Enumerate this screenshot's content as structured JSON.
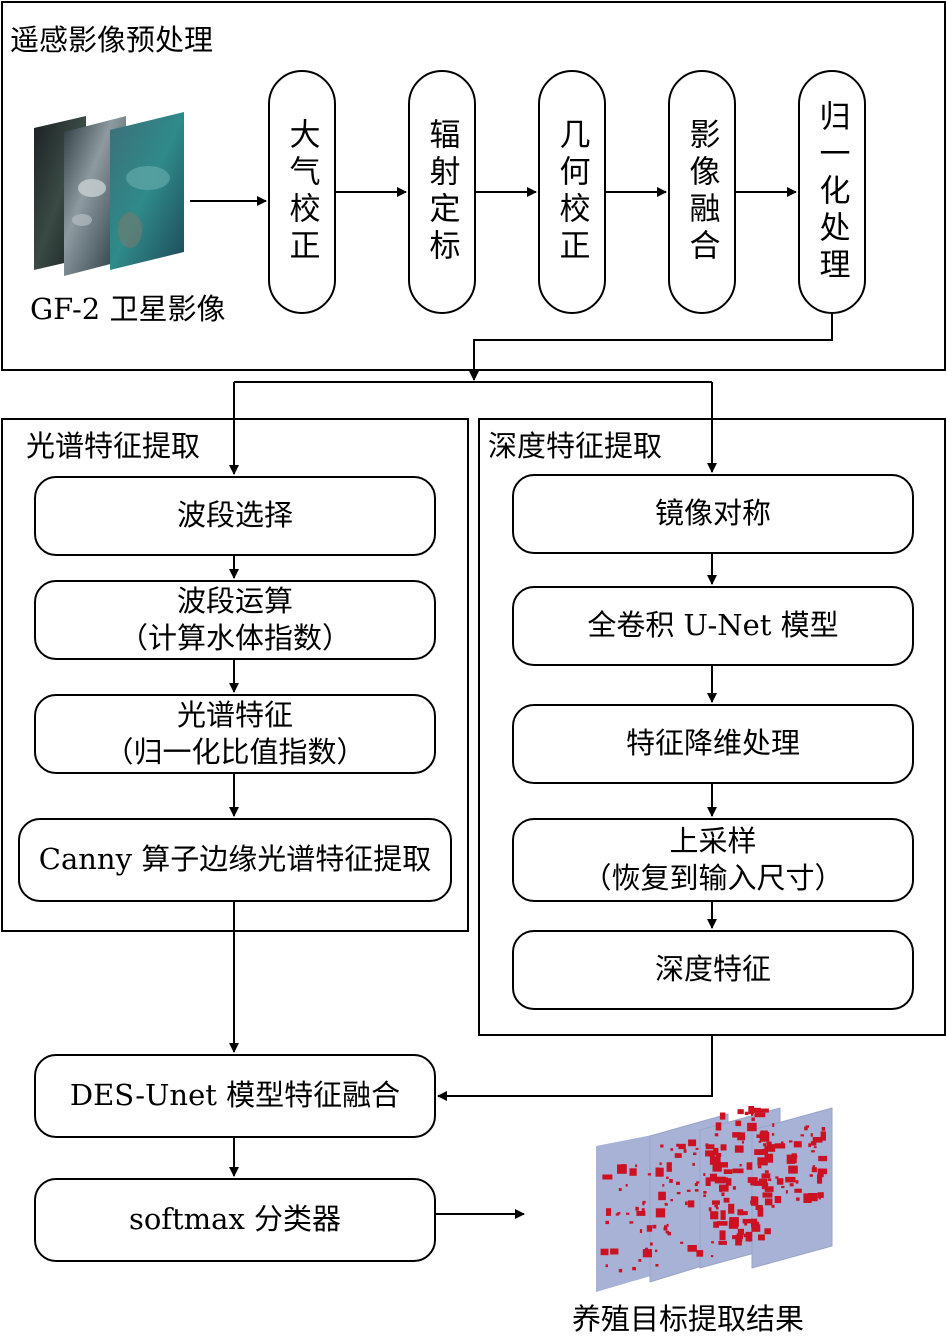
{
  "preprocess": {
    "title": "遥感影像预处理",
    "image_label": "GF-2 卫星影像",
    "steps": [
      "大气校正",
      "辐射定标",
      "几何校正",
      "影像融合",
      "归一化处理"
    ]
  },
  "spectral": {
    "title": "光谱特征提取",
    "steps": [
      {
        "line1": "波段选择",
        "line2": ""
      },
      {
        "line1": "波段运算",
        "line2": "（计算水体指数）"
      },
      {
        "line1": "光谱特征",
        "line2": "（归一化比值指数）"
      },
      {
        "line1": "Canny 算子边缘光谱特征提取",
        "line2": ""
      }
    ]
  },
  "deep": {
    "title": "深度特征提取",
    "steps": [
      {
        "line1": "镜像对称",
        "line2": ""
      },
      {
        "line1": "全卷积 U-Net 模型",
        "line2": ""
      },
      {
        "line1": "特征降维处理",
        "line2": ""
      },
      {
        "line1": "上采样",
        "line2": "（恢复到输入尺寸）"
      },
      {
        "line1": "深度特征",
        "line2": ""
      }
    ]
  },
  "fusion": {
    "label": "DES-Unet 模型特征融合"
  },
  "classifier": {
    "label": "softmax 分类器"
  },
  "result": {
    "label": "养殖目标提取结果"
  },
  "colors": {
    "extracted_target": "#cc1122",
    "result_background": "#a8b2d6"
  }
}
